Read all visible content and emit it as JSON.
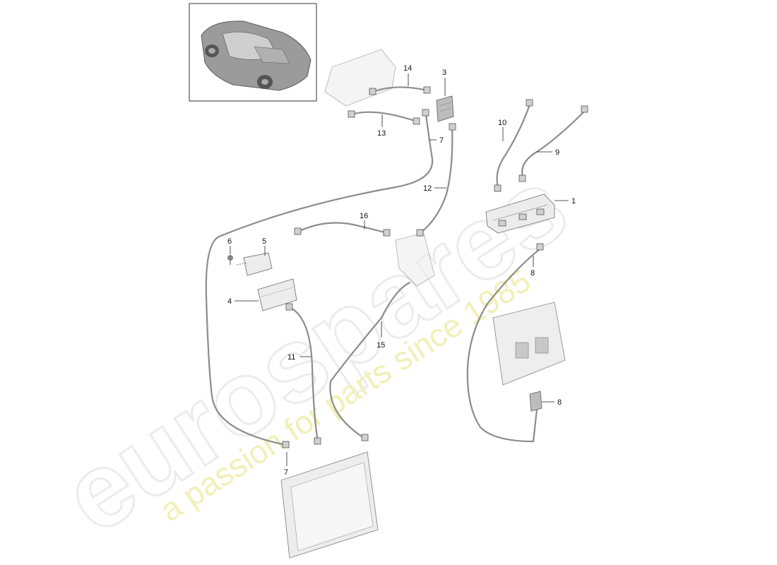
{
  "watermark": {
    "brand": "eurospares",
    "tagline": "a passion for parts since 1985"
  },
  "callouts": [
    {
      "id": "c1",
      "label": "1"
    },
    {
      "id": "c3",
      "label": "3"
    },
    {
      "id": "c4",
      "label": "4"
    },
    {
      "id": "c5",
      "label": "5"
    },
    {
      "id": "c6",
      "label": "6"
    },
    {
      "id": "c7a",
      "label": "7"
    },
    {
      "id": "c7b",
      "label": "7"
    },
    {
      "id": "c8a",
      "label": "8"
    },
    {
      "id": "c8b",
      "label": "8"
    },
    {
      "id": "c9",
      "label": "9"
    },
    {
      "id": "c10",
      "label": "10"
    },
    {
      "id": "c11",
      "label": "11"
    },
    {
      "id": "c12",
      "label": "12"
    },
    {
      "id": "c13",
      "label": "13"
    },
    {
      "id": "c14",
      "label": "14"
    },
    {
      "id": "c15",
      "label": "15"
    },
    {
      "id": "c16",
      "label": "16"
    }
  ],
  "colors": {
    "part_outline": "#7a7a7a",
    "cable": "#8c8c8c",
    "watermark_text": "#ececec",
    "watermark_tagline": "#f2efb8"
  }
}
